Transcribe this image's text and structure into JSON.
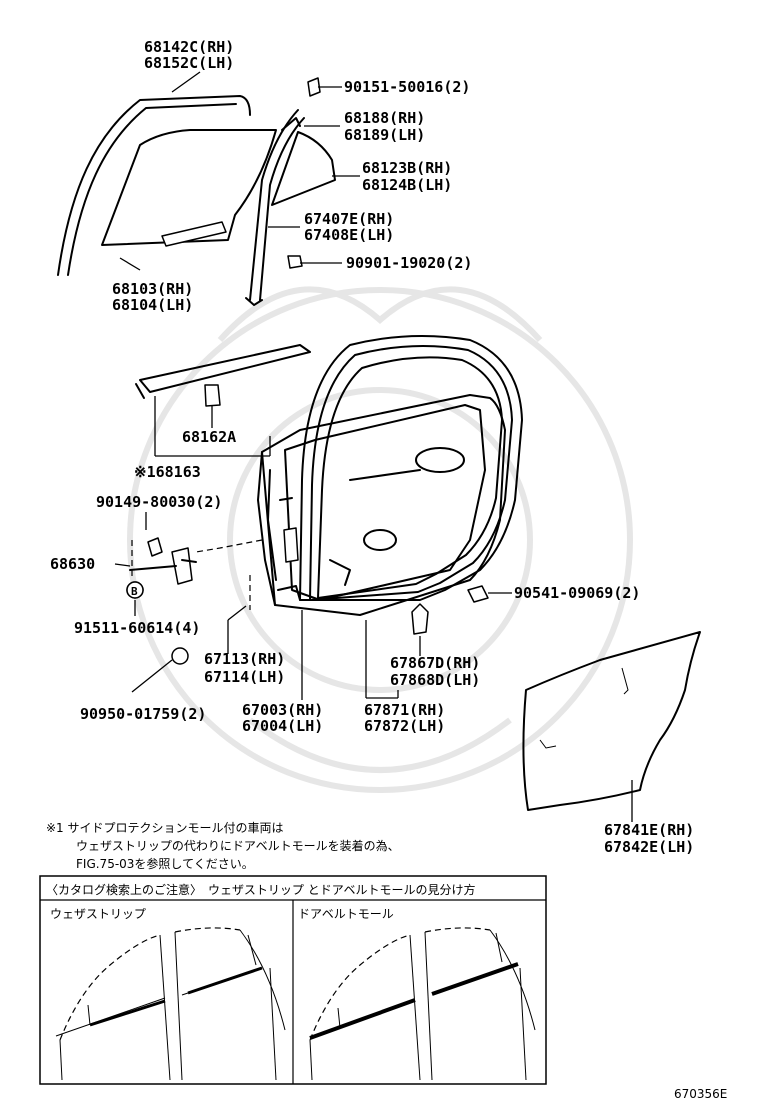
{
  "labels": {
    "l68142c": "68142C(RH)",
    "l68152c": "68152C(LH)",
    "l90151": "90151-50016(2)",
    "l68188": "68188(RH)",
    "l68189": "68189(LH)",
    "l68123b": "68123B(RH)",
    "l68124b": "68124B(LH)",
    "l67407e": "67407E(RH)",
    "l67408e": "67408E(LH)",
    "l90901": "90901-19020(2)",
    "l68103": "68103(RH)",
    "l68104": "68104(LH)",
    "l68162a": "68162A",
    "l68163": "※168163",
    "l90149": "90149-80030(2)",
    "l68630": "68630",
    "l91511": "91511-60614(4)",
    "l90541": "90541-09069(2)",
    "l67113": "67113(RH)",
    "l67114": "67114(LH)",
    "l67867d": "67867D(RH)",
    "l67868d": "67868D(LH)",
    "l90950": "90950-01759(2)",
    "l67003": "67003(RH)",
    "l67004": "67004(LH)",
    "l67871": "67871(RH)",
    "l67872": "67872(LH)",
    "l67841e": "67841E(RH)",
    "l67842e": "67842E(LH)",
    "b_marker": "B"
  },
  "note": {
    "line1": "※1 サイドプロテクションモール付の車両は",
    "line2": "ウェザストリップの代わりにドアベルトモールを装着の為、",
    "line3": "FIG.75-03を参照してください。"
  },
  "inset": {
    "header": "〈カタログ検索上のご注意〉　ウェザストリップ とドアベルトモールの見分け方",
    "left_title": "ウェザストリップ",
    "right_title": "ドアベルトモール"
  },
  "figure_id": "670356E"
}
